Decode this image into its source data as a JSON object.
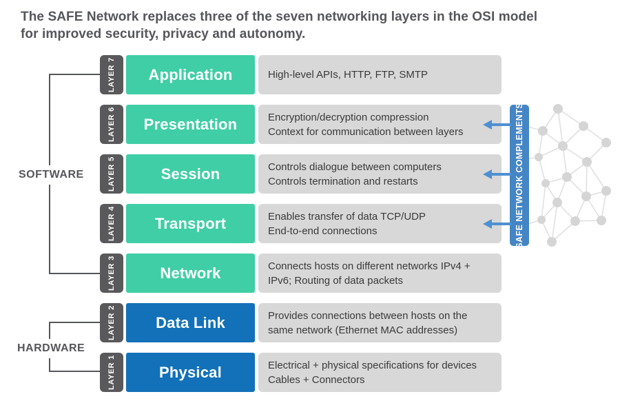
{
  "title": {
    "line1": "The SAFE Network replaces three of the seven networking layers in the OSI model",
    "line2": "for improved security, privacy and autonomy."
  },
  "groups": {
    "software_label": "SOFTWARE",
    "hardware_label": "HARDWARE"
  },
  "banner": {
    "label": "SAFE NETWORK COMPLEMENTS",
    "points_to_layers": [
      "Presentation",
      "Session",
      "Transport"
    ]
  },
  "layers": [
    {
      "tab": "LAYER 7",
      "name": "Application",
      "desc1": "High-level APIs, HTTP, FTP, SMTP",
      "desc2": "",
      "group": "software",
      "safe_arrow": false
    },
    {
      "tab": "LAYER 6",
      "name": "Presentation",
      "desc1": "Encryption/decryption compression",
      "desc2": "Context for communication between layers",
      "group": "software",
      "safe_arrow": true
    },
    {
      "tab": "LAYER 5",
      "name": "Session",
      "desc1": "Controls dialogue between computers",
      "desc2": "Controls termination and restarts",
      "group": "software",
      "safe_arrow": true
    },
    {
      "tab": "LAYER 4",
      "name": "Transport",
      "desc1": "Enables transfer of data TCP/UDP",
      "desc2": "End-to-end connections",
      "group": "software",
      "safe_arrow": true
    },
    {
      "tab": "LAYER 3",
      "name": "Network",
      "desc1": "Connects hosts on different networks IPv4 +",
      "desc2": "IPv6; Routing of data packets",
      "group": "software",
      "safe_arrow": false
    },
    {
      "tab": "LAYER 2",
      "name": "Data Link",
      "desc1": "Provides connections between hosts on the",
      "desc2": "same network (Ethernet MAC addresses)",
      "group": "hardware",
      "safe_arrow": false
    },
    {
      "tab": "LAYER 1",
      "name": "Physical",
      "desc1": "Electrical + physical specifications for devices",
      "desc2": "Cables + Connectors",
      "group": "hardware",
      "safe_arrow": false
    }
  ],
  "colors": {
    "software_layer": "#40CEA6",
    "hardware_layer": "#1271B8",
    "layer_tab": "#59585A",
    "description_panel": "#D8D8D8",
    "banner": "#4485C5",
    "arrow": "#4E90D2",
    "text_dark": "#55565A",
    "desc_text": "#3A3A3C",
    "mesh_line": "#E0E0E0",
    "mesh_node": "#D5D5D5"
  }
}
